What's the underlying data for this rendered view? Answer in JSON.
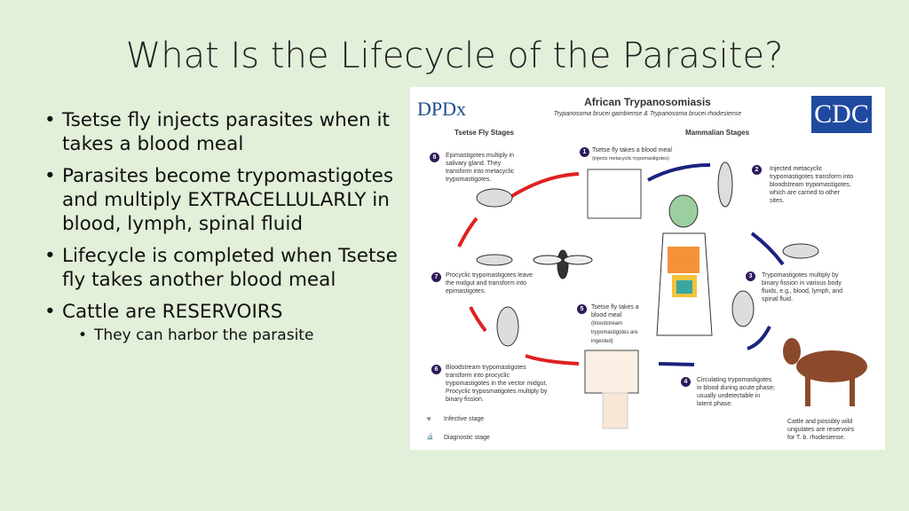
{
  "slide": {
    "title": "What Is the Lifecycle of the Parasite?",
    "bullets": [
      "Tsetse fly injects parasites when it takes a blood meal",
      "Parasites become trypomastigotes and multiply EXTRACELLULARLY in blood, lymph, spinal fluid",
      "Lifecycle is completed when Tsetse fly takes another blood meal",
      "Cattle are RESERVOIRS"
    ],
    "sub_bullets": [
      "They can harbor the parasite"
    ]
  },
  "diagram": {
    "logo": "DPDx",
    "cdc": "CDC",
    "title": "African Trypanosomiasis",
    "subtitle": "Trypanosoma brucei gambiense & Trypanosoma brucei rhodesiense",
    "left_header": "Tsetse Fly Stages",
    "right_header": "Mammalian Stages",
    "stages": [
      {
        "n": "1",
        "text": "Tsetse fly takes a blood meal",
        "sub": "(injects metacyclic trypomastigotes)"
      },
      {
        "n": "2",
        "text": "Injected metacyclic trypomastigotes transform into bloodstream trypomastigotes, which are carried to other sites."
      },
      {
        "n": "3",
        "text": "Trypomastigotes multiply by binary fission in various body fluids, e.g., blood, lymph, and spinal fluid."
      },
      {
        "n": "4",
        "text": "Circulating trypomastigotes in blood during acute phase; usually undetectable in latent phase."
      },
      {
        "n": "5",
        "text": "Tsetse fly takes a blood meal",
        "sub": "(bloodstream trypomastigotes are ingested)"
      },
      {
        "n": "6",
        "text": "Bloodstream trypomastigotes transform into procyclic trypomastigotes in the vector midgut. Procyclic tryposmatigotes multiply by binary fission."
      },
      {
        "n": "7",
        "text": "Procyclic trypomastigotes leave the midgut and transform into epimastigotes."
      },
      {
        "n": "8",
        "text": "Epimastigotes multiply in salivary gland. They transform into metacyclic trypomastigotes."
      }
    ],
    "cattle_note": "Cattle and possibly wild ungulates are reservoirs for T. b. rhodesiense.",
    "legend": {
      "infective": "Infective stage",
      "diagnostic": "Diagnostic stage"
    },
    "colors": {
      "tsetse_arrow": "#e02020",
      "mammal_arrow": "#1a237e",
      "badge": "#2d1a5a"
    }
  }
}
